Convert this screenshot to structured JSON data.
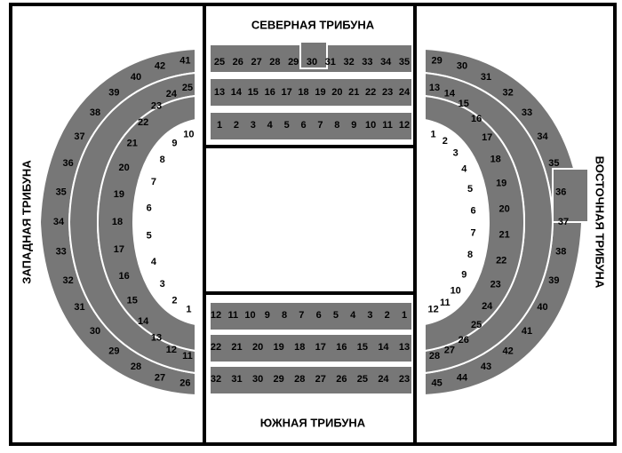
{
  "stands": {
    "north": "СЕВЕРНАЯ ТРИБУНА",
    "south": "ЮЖНАЯ ТРИБУНА",
    "west": "ЗАПАДНАЯ ТРИБУНА",
    "east": "ВОСТОЧНАЯ ТРИБУНА"
  },
  "colors": {
    "section": "#777777",
    "frame": "#000000",
    "background": "#ffffff"
  },
  "north_rows": {
    "top": [
      "25",
      "26",
      "27",
      "28",
      "29",
      "30",
      "31",
      "32",
      "33",
      "34",
      "35"
    ],
    "middle": [
      "13",
      "14",
      "15",
      "16",
      "17",
      "18",
      "19",
      "20",
      "21",
      "22",
      "23",
      "24"
    ],
    "bottom": [
      "1",
      "2",
      "3",
      "4",
      "5",
      "6",
      "7",
      "8",
      "9",
      "10",
      "11",
      "12"
    ]
  },
  "south_rows": {
    "top": [
      "12",
      "11",
      "10",
      "9",
      "8",
      "7",
      "6",
      "5",
      "4",
      "3",
      "2",
      "1"
    ],
    "middle": [
      "22",
      "21",
      "20",
      "19",
      "18",
      "17",
      "16",
      "15",
      "14",
      "13"
    ],
    "bottom": [
      "32",
      "31",
      "30",
      "29",
      "28",
      "27",
      "26",
      "25",
      "24",
      "23"
    ]
  },
  "west_rows": {
    "inner": [
      "10",
      "9",
      "8",
      "7",
      "6",
      "5",
      "4",
      "3",
      "2",
      "1"
    ],
    "middle": [
      "25",
      "24",
      "23",
      "22",
      "21",
      "20",
      "19",
      "18",
      "17",
      "16",
      "15",
      "14",
      "13",
      "12",
      "11"
    ],
    "outer": [
      "41",
      "42",
      "40",
      "39",
      "38",
      "37",
      "36",
      "35",
      "34",
      "33",
      "32",
      "31",
      "30",
      "29",
      "28",
      "27",
      "26"
    ]
  },
  "east_rows": {
    "inner": [
      "1",
      "2",
      "3",
      "4",
      "5",
      "6",
      "7",
      "8",
      "9",
      "10",
      "11",
      "12"
    ],
    "middle": [
      "13",
      "14",
      "15",
      "16",
      "17",
      "18",
      "19",
      "20",
      "21",
      "22",
      "23",
      "24",
      "25",
      "26",
      "27",
      "28"
    ],
    "outer": [
      "29",
      "30",
      "31",
      "32",
      "33",
      "34",
      "35",
      "36",
      "37",
      "38",
      "39",
      "40",
      "41",
      "42",
      "43",
      "44",
      "45"
    ]
  }
}
